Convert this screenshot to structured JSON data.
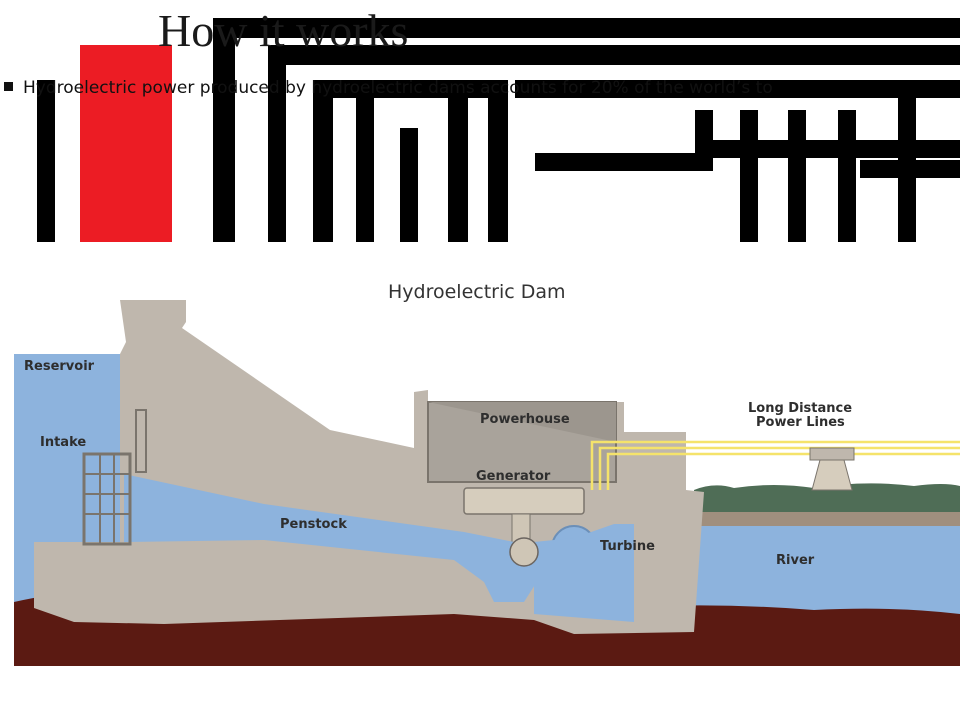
{
  "slide": {
    "title": "How it works",
    "bullet": "Hydroelectric power produced by hydroelectric dams accounts for 20% of the world’s to"
  },
  "diagram": {
    "title": "Hydroelectric Dam",
    "labels": {
      "reservoir": "Reservoir",
      "intake": "Intake",
      "penstock": "Penstock",
      "powerhouse": "Powerhouse",
      "generator": "Generator",
      "turbine": "Turbine",
      "power_lines_1": "Long Distance",
      "power_lines_2": "Power Lines",
      "river": "River"
    }
  },
  "colors": {
    "logo_red": "#ec1c24",
    "logo_black": "#000000",
    "dam_concrete": "#bfb7ad",
    "water": "#8db3dd",
    "ground": "#5b1a12",
    "power_line": "#f5e36b"
  }
}
